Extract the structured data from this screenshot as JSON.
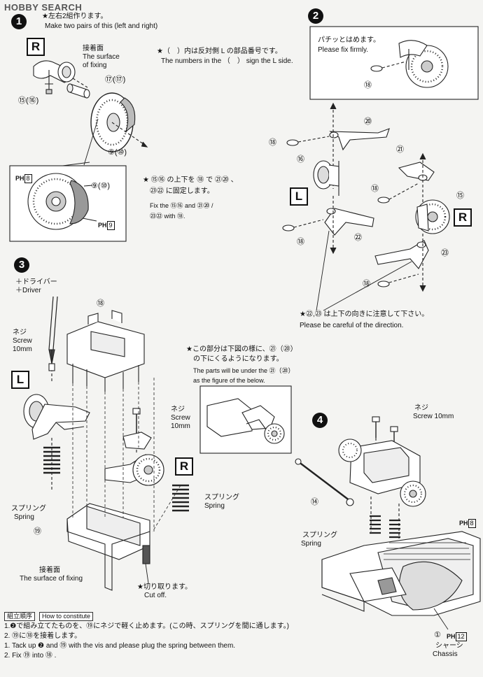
{
  "watermark": "HOBBY SEARCH",
  "step1": {
    "number": "1",
    "note_jp": "★左右2組作ります。",
    "note_en": "Make two pairs of this (left and right)",
    "side_mark": "R",
    "surface_jp": "接着面",
    "surface_en_1": "The surface",
    "surface_en_2": "of fixing",
    "parts": [
      "⑮(⑯)",
      "⑰(⑰)",
      "⑨(⑩)",
      "⑨(⑩)"
    ],
    "ph_top": "8",
    "ph_bottom": "9",
    "ph_letter": "PH",
    "reverse_note_jp": "★（　）内は反対側 L の部品番号です。",
    "reverse_note_en": "The numbers in the （　） sign the L side.",
    "fix_note_jp_1": "★ ⑮⑯ の上下を ⑱ で ㉑⑳ 、",
    "fix_note_jp_2": "㉓㉒ に固定します。",
    "fix_note_en_1": "Fix the ⑮⑯ and ㉑⑳ /",
    "fix_note_en_2": "㉓㉒ with ⑱."
  },
  "step2": {
    "number": "2",
    "note_jp": "パチッとはめます。",
    "note_en": "Please fix firmly.",
    "parts": [
      "⑱",
      "⑳",
      "⑱",
      "㉑",
      "⑯",
      "⑱",
      "⑮",
      "⑱",
      "㉒",
      "㉓",
      "⑱"
    ],
    "side_l": "L",
    "side_r": "R",
    "direction_jp": "★㉒,㉓ は上下の向きに注意して下さい。",
    "direction_en": "Please be careful of the direction."
  },
  "step3": {
    "number": "3",
    "driver_jp": "＋ドライバー",
    "driver_en": "＋Driver",
    "screw_jp": "ネジ",
    "screw_en": "Screw",
    "screw_size": "10mm",
    "side_l": "L",
    "side_r": "R",
    "parts": [
      "⑱",
      "⑲"
    ],
    "under_note_jp_1": "★この部分は下図の様に、㉑（⑳）",
    "under_note_jp_2": "の下にくるようになります。",
    "under_note_en_1": "The parts will be under the ㉑（⑳）",
    "under_note_en_2": "as the figure of the below.",
    "screw2_jp": "ネジ",
    "screw2_en": "Screw",
    "screw2_size": "10mm",
    "spring_jp": "スプリング",
    "spring_en": "Spring",
    "spring2_jp": "スプリング",
    "spring2_en": "Spring",
    "surface_jp": "接着面",
    "surface_en": "The surface of fixing",
    "cut_jp": "★切り取ります。",
    "cut_en": "Cut off."
  },
  "step4": {
    "number": "4",
    "screw_jp": "ネジ",
    "screw_en": "Screw 10mm",
    "part_14": "⑭",
    "spring_jp": "スプリング",
    "spring_en": "Spring",
    "ph_top": "8",
    "chassis_num": "①",
    "ph_chassis": "12",
    "chassis_jp": "シャーシ",
    "chassis_en": "Chassis",
    "ph_letter": "PH"
  },
  "footer": {
    "order_label": "組立順序",
    "how_label": "How to constitute",
    "line1": "1.❷で組み立てたものを、⑲にネジで軽く止めます。(この時、スプリングを間に通します。)",
    "line2": "2. ⑲に⑱を接着します。",
    "line3": "1. Tack up ❷ and ⑲ with the vis and please plug the spring between them.",
    "line4": "2. Fix ⑲ into ⑱ ."
  }
}
